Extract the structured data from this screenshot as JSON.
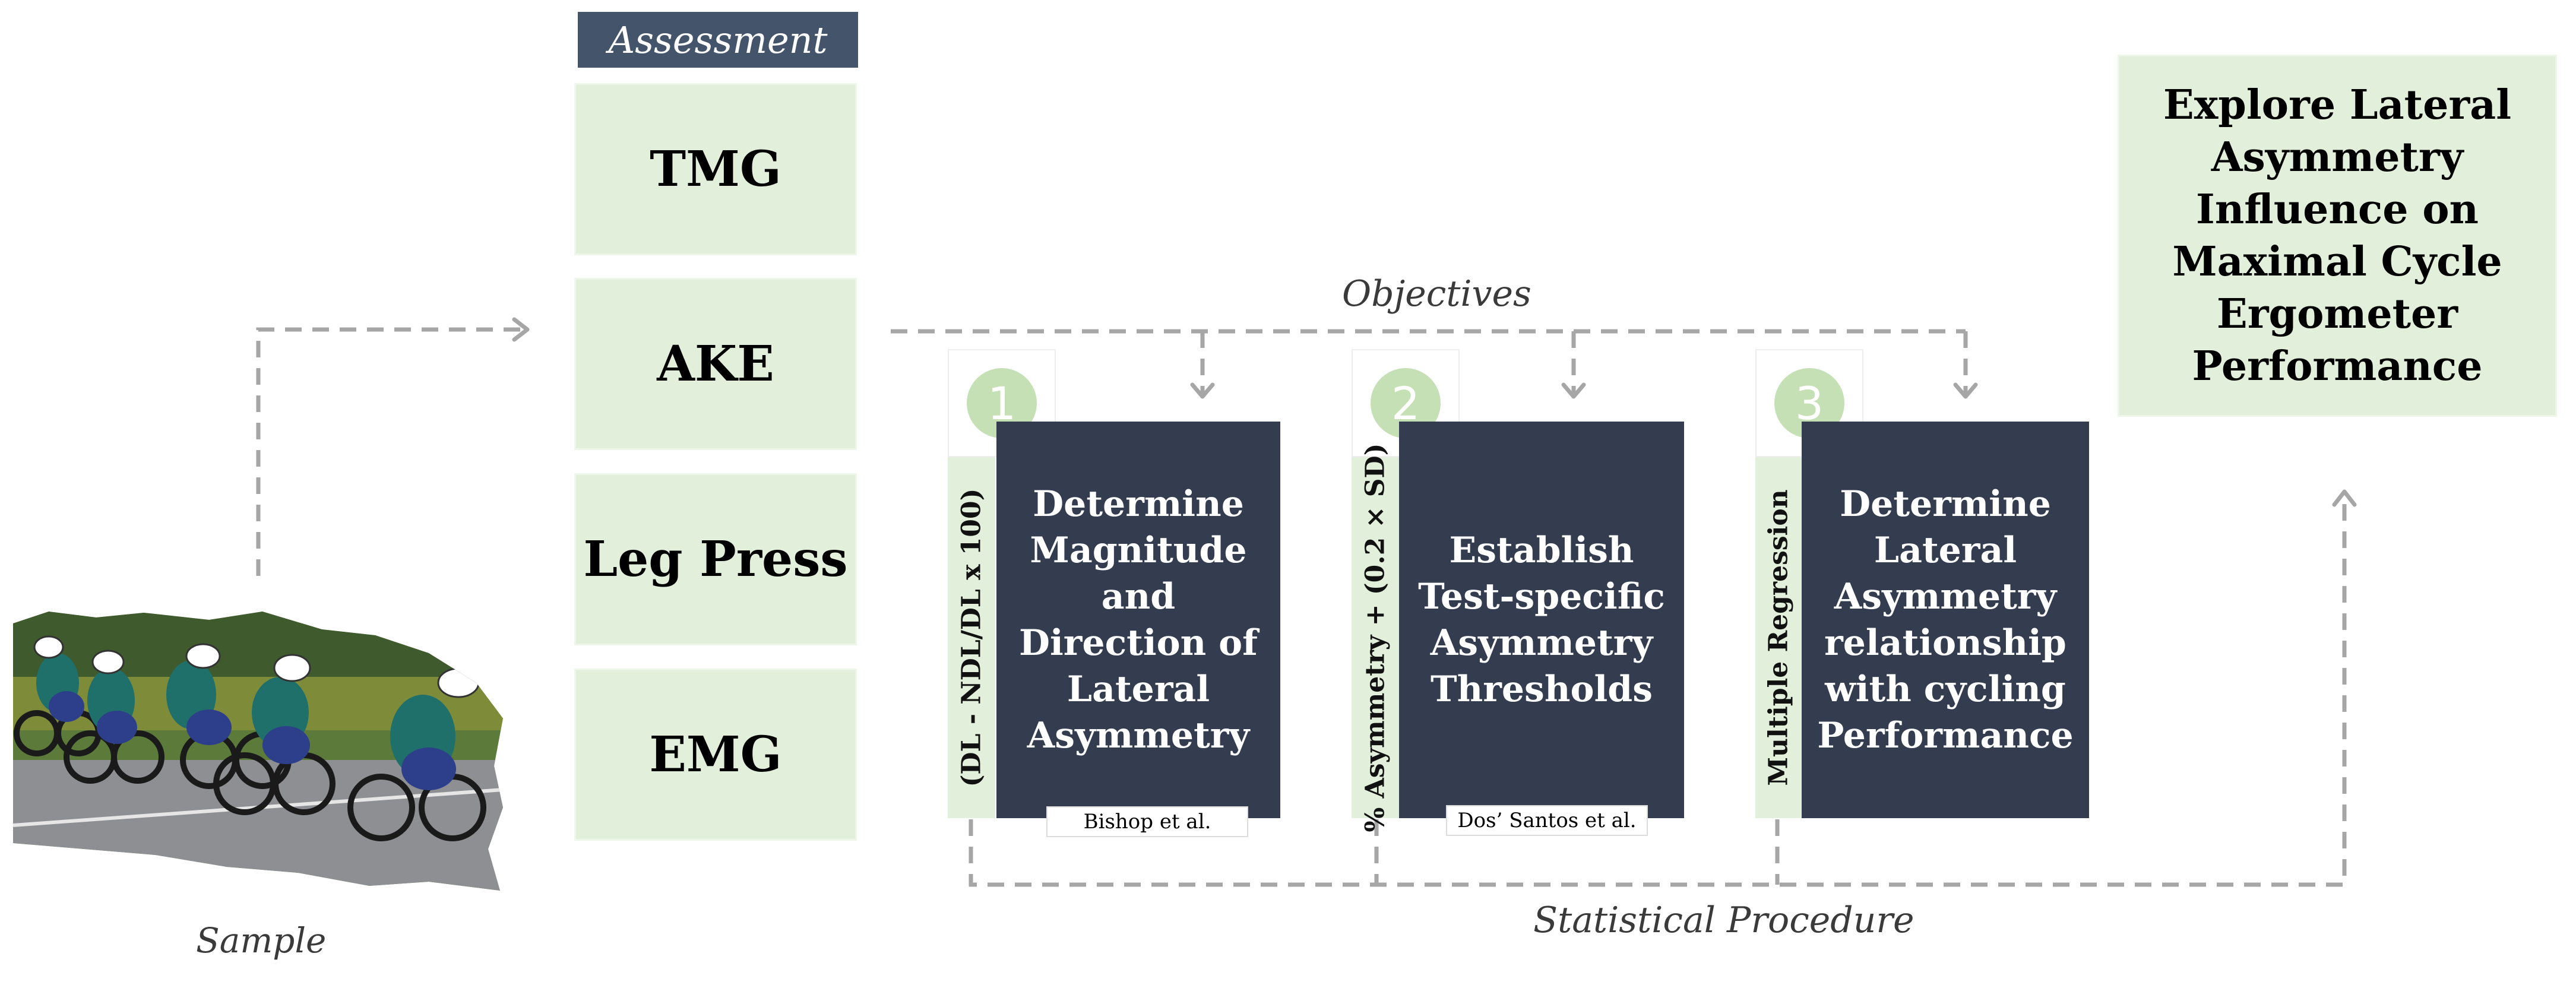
{
  "assessment": {
    "header": "Assessment",
    "items": [
      "TMG",
      "AKE",
      "Leg Press",
      "EMG"
    ]
  },
  "sample": {
    "caption": "Sample",
    "image_icon": "cyclists-photo"
  },
  "objectives": {
    "label": "Objectives",
    "items": [
      {
        "number": "1",
        "method": "(DL - NDL/DL x 100)",
        "text": "Determine Magnitude and Direction of Lateral Asymmetry",
        "reference": "Bishop et al."
      },
      {
        "number": "2",
        "method": "% Asymmetry + (0.2 × SD)",
        "text": "Establish Test-specific Asymmetry Thresholds",
        "reference": "Dos’ Santos et al."
      },
      {
        "number": "3",
        "method": "Multiple Regression",
        "text": "Determine Lateral Asymmetry relationship with cycling Performance",
        "reference": ""
      }
    ]
  },
  "statistical_procedure": {
    "label": "Statistical Procedure"
  },
  "goal": {
    "text": "Explore Lateral Asymmetry Influence on Maximal Cycle Ergometer Performance"
  },
  "colors": {
    "dark_box": "#333d4f",
    "light_green": "#e2efda",
    "header": "#44546a",
    "dash": "#a6a6a6",
    "circle": "#c5e0b4"
  }
}
